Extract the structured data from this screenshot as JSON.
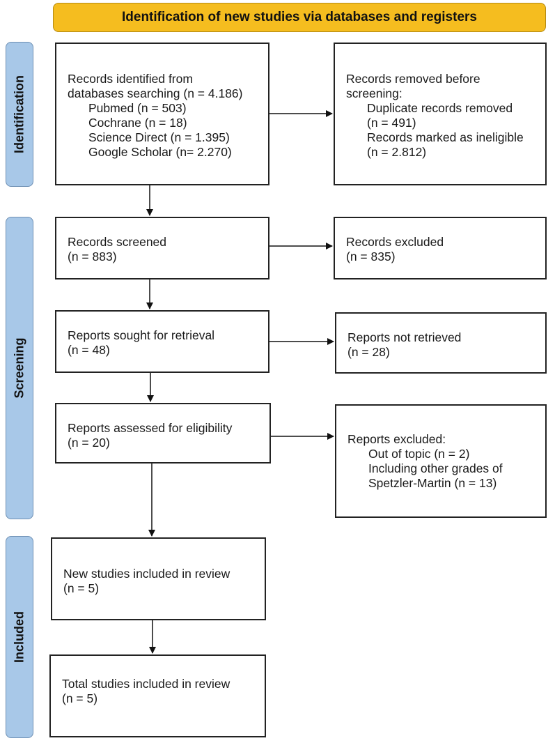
{
  "header": {
    "title": "Identification of new studies via databases and registers"
  },
  "phases": {
    "identification": "Identification",
    "screening": "Screening",
    "included": "Included"
  },
  "boxes": {
    "records_identified": {
      "lines": [
        "Records identified from",
        "databases searching (n = 4.186)",
        "Pubmed (n = 503)",
        "Cochrane (n = 18)",
        "Science Direct (n = 1.395)",
        "Google Scholar (n= 2.270)"
      ]
    },
    "records_removed": {
      "lines": [
        "Records removed before",
        "screening:",
        "Duplicate records removed",
        "(n = 491)",
        "Records marked as ineligible",
        "(n = 2.812)"
      ]
    },
    "records_screened": {
      "lines": [
        "Records screened",
        "(n = 883)"
      ]
    },
    "records_excluded": {
      "lines": [
        "Records excluded",
        "(n = 835)"
      ]
    },
    "reports_sought": {
      "lines": [
        "Reports sought for retrieval",
        "(n = 48)"
      ]
    },
    "reports_not_retrieved": {
      "lines": [
        "Reports not retrieved",
        "(n = 28)"
      ]
    },
    "reports_assessed": {
      "lines": [
        "Reports assessed for eligibility",
        "(n = 20)"
      ]
    },
    "reports_excluded": {
      "lines": [
        "Reports excluded:",
        "Out of topic (n = 2)",
        "Including other grades of",
        "Spetzler-Martin (n = 13)"
      ]
    },
    "new_studies": {
      "lines": [
        "New studies included in review",
        "(n = 5)"
      ]
    },
    "total_studies": {
      "lines": [
        "Total studies included in review",
        "(n = 5)"
      ]
    }
  },
  "colors": {
    "header_fill": "#f5bd1f",
    "phase_fill": "#a8c8e8",
    "box_border": "#222222"
  }
}
